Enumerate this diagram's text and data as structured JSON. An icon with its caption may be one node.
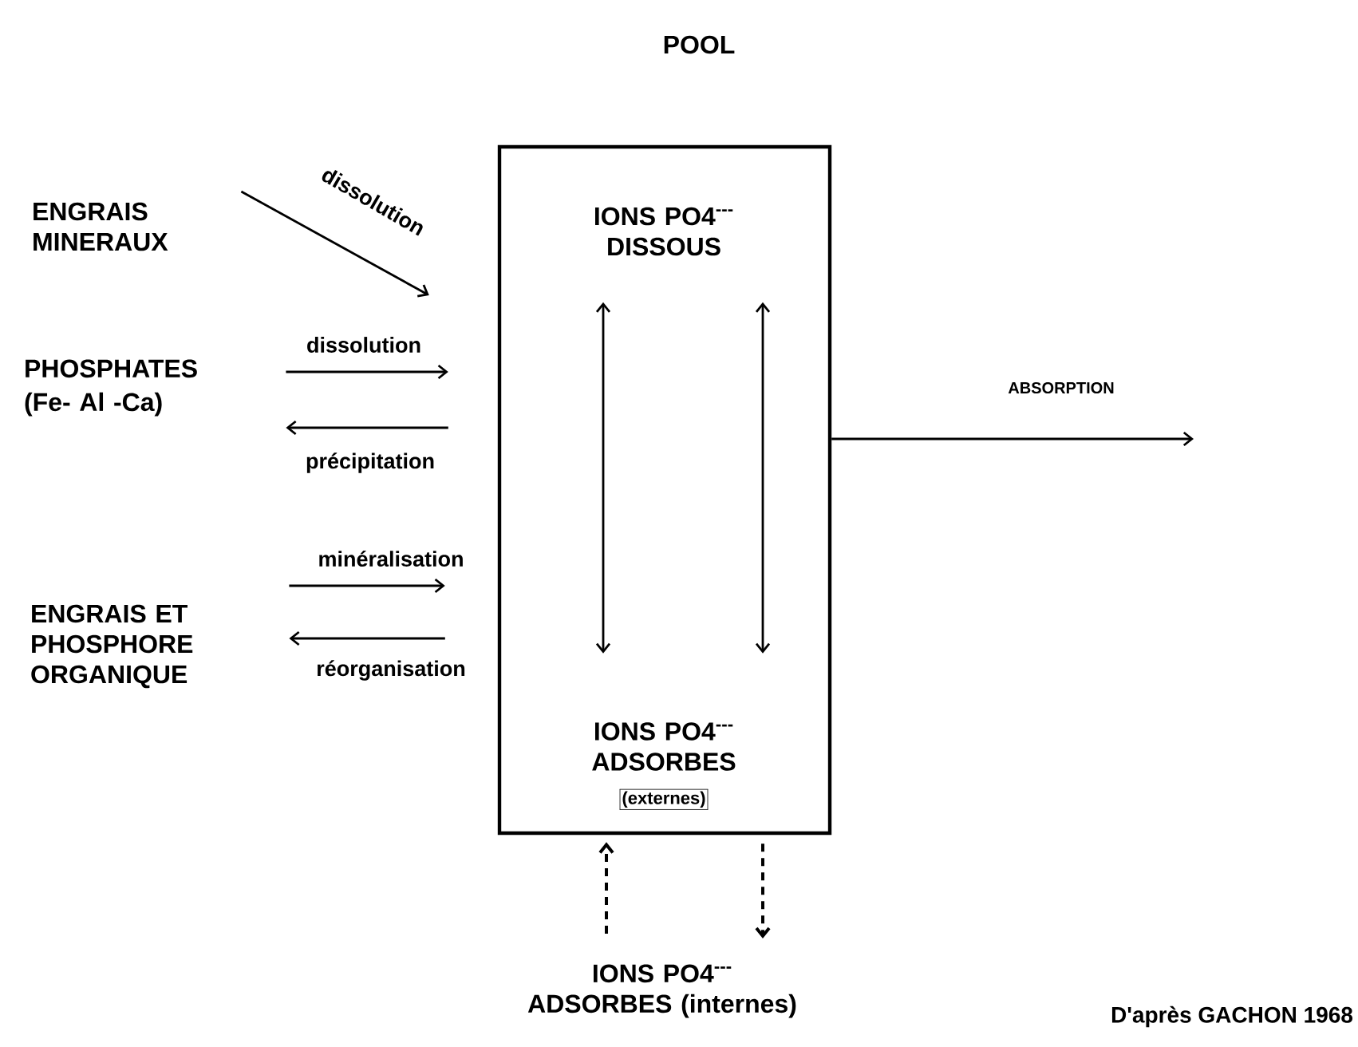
{
  "diagram": {
    "title": "POOL",
    "nodes": [
      {
        "text": [],
        "shape": "box"
      },
      {
        "text": [
          "ENGRAIS MINERAUX"
        ]
      },
      {
        "text": [
          "PHOSPHATES",
          "(Fe- Al -Ca)"
        ]
      },
      {
        "text": [
          "ENGRAIS ET PHOSPHORE ORGANIQUE"
        ]
      },
      {
        "text": [
          "IONS PO4$^{---}$ DISSOUS"
        ],
        "in": 0
      },
      {
        "text": [
          "IONS PO4$^{---}$ ADSORBES",
          "(externes)"
        ],
        "in": 0
      },
      {
        "text": [
          "IONS PO4$^{---}$ ADSORBES (internes)"
        ]
      }
    ],
    "edges": [
      {
        "from": 1,
        "to": 0,
        "arrow": "to",
        "label": "dissolution"
      },
      {
        "from": 2,
        "to": 0,
        "arrow": "to",
        "label": "dissolution"
      },
      {
        "from": 0,
        "to": 2,
        "arrow": "to",
        "label": "précipitation"
      },
      {
        "from": 3,
        "to": 0,
        "arrow": "to",
        "label": "minéralisation"
      },
      {
        "from": 0,
        "to": 3,
        "arrow": "to",
        "label": "réorganisation"
      },
      {
        "from": 4,
        "to": 5,
        "arrow": "both"
      },
      {
        "from": 4,
        "to": 5,
        "arrow": "both"
      },
      {
        "from": 6,
        "to": 5,
        "arrow": "to",
        "style": "dashed"
      },
      {
        "from": 5,
        "to": 6,
        "arrow": "to",
        "style": "dashed"
      },
      {
        "from": 0,
        "to": null,
        "arrow": "to",
        "label": "ABSORPTION"
      }
    ],
    "labels": [
      "D'après GACHON 1968"
    ]
  }
}
